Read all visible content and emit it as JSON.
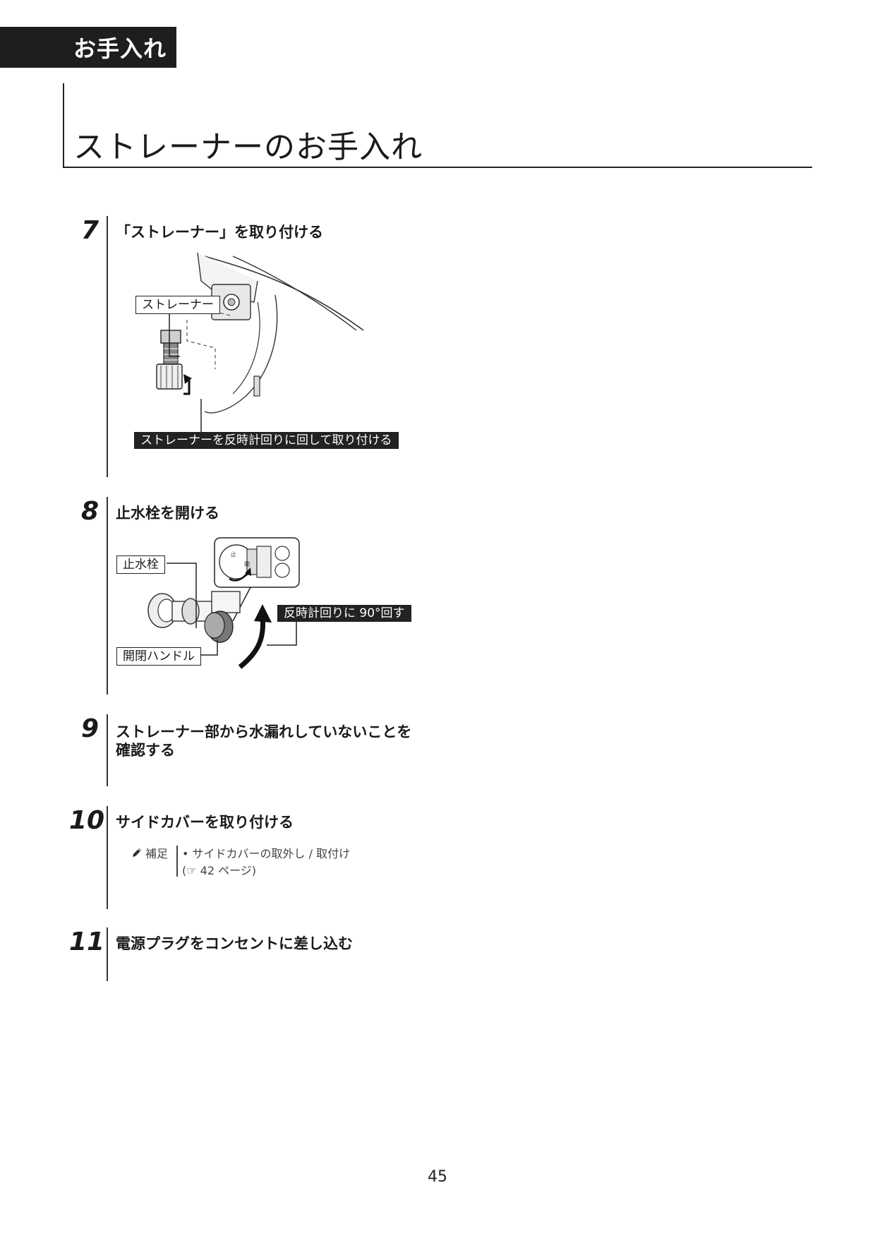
{
  "section_tab": "お手入れ",
  "page_title": "ストレーナーのお手入れ",
  "steps": [
    {
      "number": "7",
      "title": "「ストレーナー」を取り付ける",
      "callouts": [
        "ストレーナー",
        "ストレーナーを反時計回りに回して取り付ける"
      ]
    },
    {
      "number": "8",
      "title": "止水栓を開ける",
      "callouts": [
        "止水栓",
        "開閉ハンドル",
        "反時計回りに 90°回す"
      ],
      "inset_marks": [
        "止",
        "開"
      ]
    },
    {
      "number": "9",
      "title": "ストレーナー部から水漏れしていないことを",
      "title_line2": "確認する"
    },
    {
      "number": "10",
      "title": "サイドカバーを取り付ける",
      "note": {
        "label": "補足",
        "icon": "pencil-icon",
        "line1": "• サイドカバーの取外し / 取付け",
        "line2": "(☞ 42 ページ)"
      }
    },
    {
      "number": "11",
      "title": "電源プラグをコンセントに差し込む"
    }
  ],
  "page_number": "45"
}
